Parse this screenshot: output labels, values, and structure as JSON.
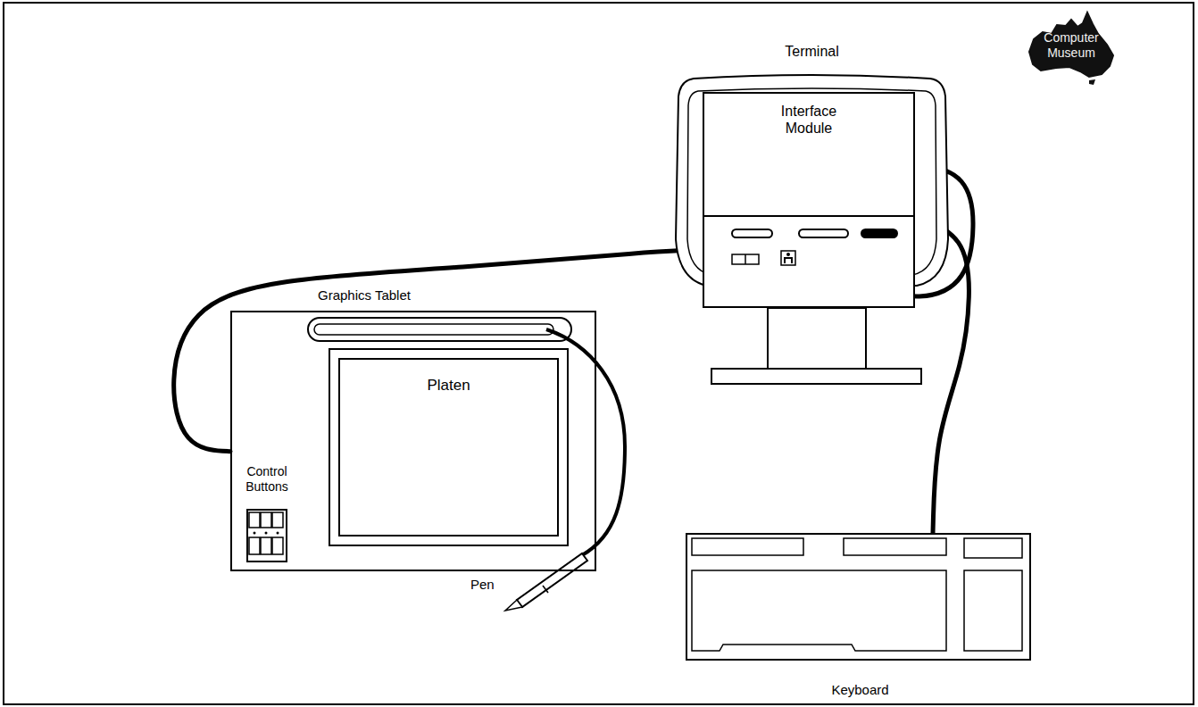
{
  "diagram": {
    "nodes": [
      {
        "text": [
          "Terminal"
        ]
      },
      {
        "text": [
          "Interface Module"
        ],
        "in": 0
      },
      {
        "text": [
          "Computer Museum"
        ]
      },
      {
        "text": [
          "Graphics Tablet"
        ]
      },
      {
        "text": [
          "Control Buttons"
        ],
        "in": 3
      },
      {
        "text": [
          "Platen"
        ],
        "in": 3
      },
      {
        "text": [
          "Keyboard"
        ]
      }
    ],
    "edges": [
      {
        "from": 3,
        "to": 1,
        "arrow": "none"
      },
      {
        "from": 6,
        "to": 1,
        "arrow": "none"
      }
    ],
    "labels": [
      "Pen"
    ]
  }
}
